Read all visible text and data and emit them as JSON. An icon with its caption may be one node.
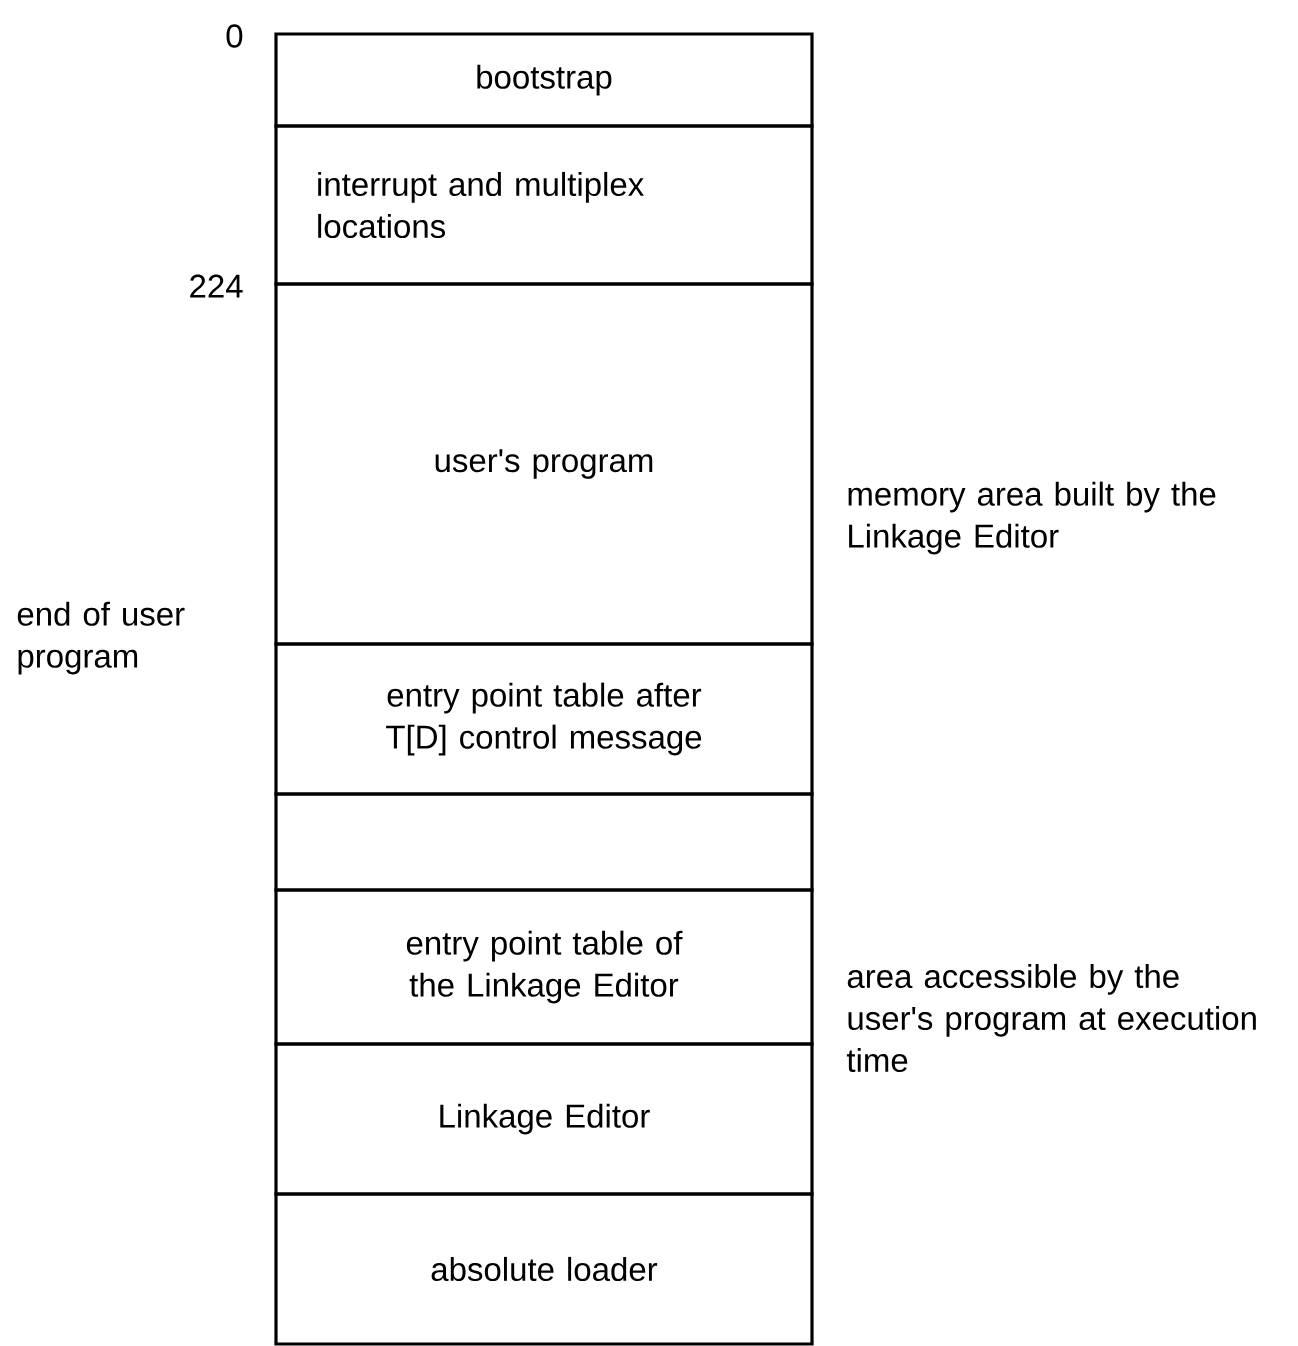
{
  "diagram": {
    "nodes": [
      {
        "text": [
          "bootstrap"
        ]
      },
      {
        "text": [
          "interrupt and multiplex locations"
        ]
      },
      {
        "text": [
          "user's program"
        ]
      },
      {
        "text": [
          "entry point table after T[D] control message"
        ]
      },
      {
        "text": [],
        "shape": "box"
      },
      {
        "text": [
          "entry point table of the Linkage Editor"
        ]
      },
      {
        "text": [
          "Linkage Editor"
        ]
      },
      {
        "text": [
          "absolute loader"
        ]
      }
    ],
    "labels": [
      "0",
      "224",
      "memory area built by the Linkage Editor",
      "end of user program",
      "area accessible by the user's program at execution time"
    ]
  }
}
